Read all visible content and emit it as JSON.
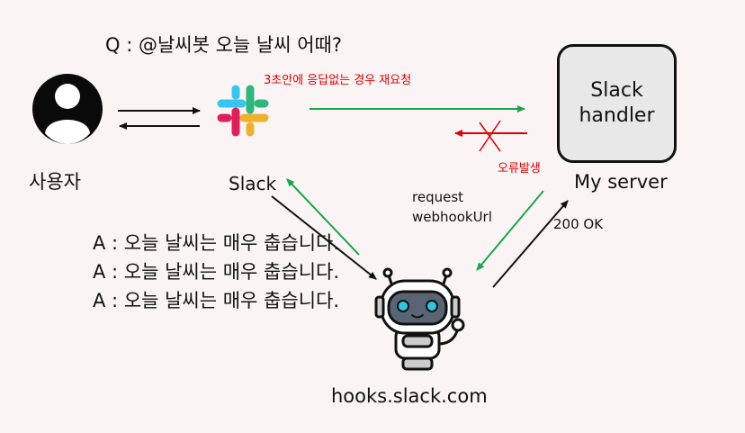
{
  "question": "Q : @날씨봇 오늘 날씨 어때?",
  "retry_note": "3초안에 응답없는 경우 재요청",
  "error_note": "오류발생",
  "nodes": {
    "user": "사용자",
    "slack": "Slack",
    "server_box_line1": "Slack",
    "server_box_line2": "handler",
    "server": "My server",
    "hooks": "hooks.slack.com"
  },
  "request": {
    "line1": "request",
    "line2": "webhookUrl"
  },
  "ok": "200 OK",
  "answers": [
    "A : 오늘 날씨는 매우 춥습니다.",
    "A : 오늘 날씨는 매우 춥습니다.",
    "A : 오늘 날씨는 매우 춥습니다."
  ],
  "colors": {
    "green_arrow": "#17a84a",
    "red_arrow": "#e00000",
    "black_arrow": "#111111",
    "slack_blue": "#36c5f0",
    "slack_green": "#2eb67d",
    "slack_yellow": "#ecb22e",
    "slack_red": "#e01e5a"
  }
}
